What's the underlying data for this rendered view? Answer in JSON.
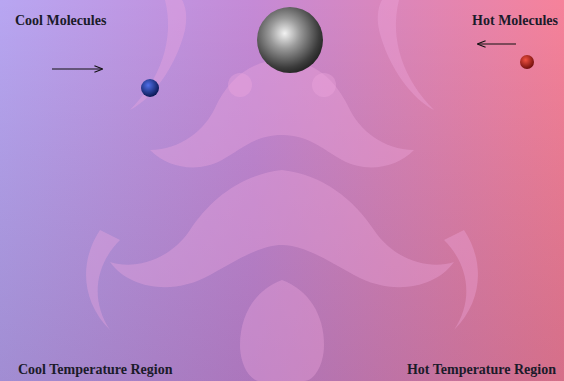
{
  "diagram": {
    "labels": [
      "Cool Molecules",
      "Hot Molecules",
      "Cool Temperature Region",
      "Hot Temperature Region"
    ]
  }
}
